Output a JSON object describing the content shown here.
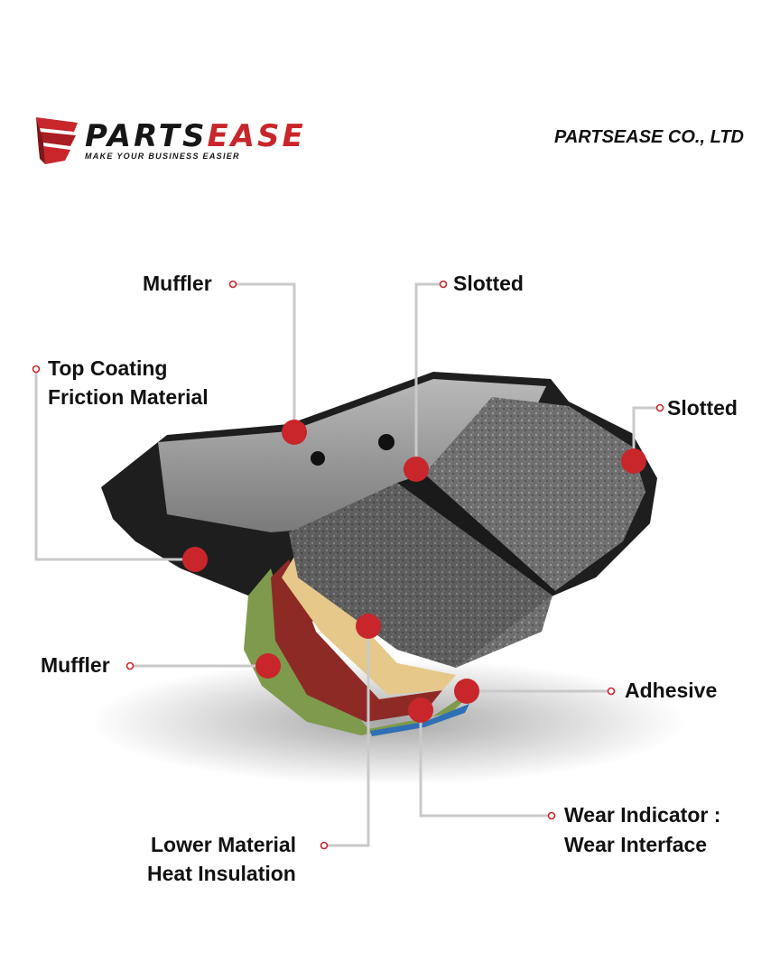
{
  "header": {
    "brand_dark": "PARTS",
    "brand_red": "EASE",
    "tagline": "MAKE YOUR BUSINESS EASIER",
    "company": "PARTSEASE CO., LTD"
  },
  "labels": {
    "muffler_top": "Muffler",
    "slotted_top": "Slotted",
    "top_coating_line1": "Top Coating",
    "top_coating_line2": "Friction Material",
    "slotted_right": "Slotted",
    "muffler_left": "Muffler",
    "adhesive": "Adhesive",
    "wear_line1": "Wear Indicator :",
    "wear_line2": "Wear Interface",
    "lower_line1": "Lower Material",
    "lower_line2": "Heat Insulation"
  },
  "colors": {
    "accent_red": "#c8262b",
    "leader_line": "#c9c9c9"
  }
}
